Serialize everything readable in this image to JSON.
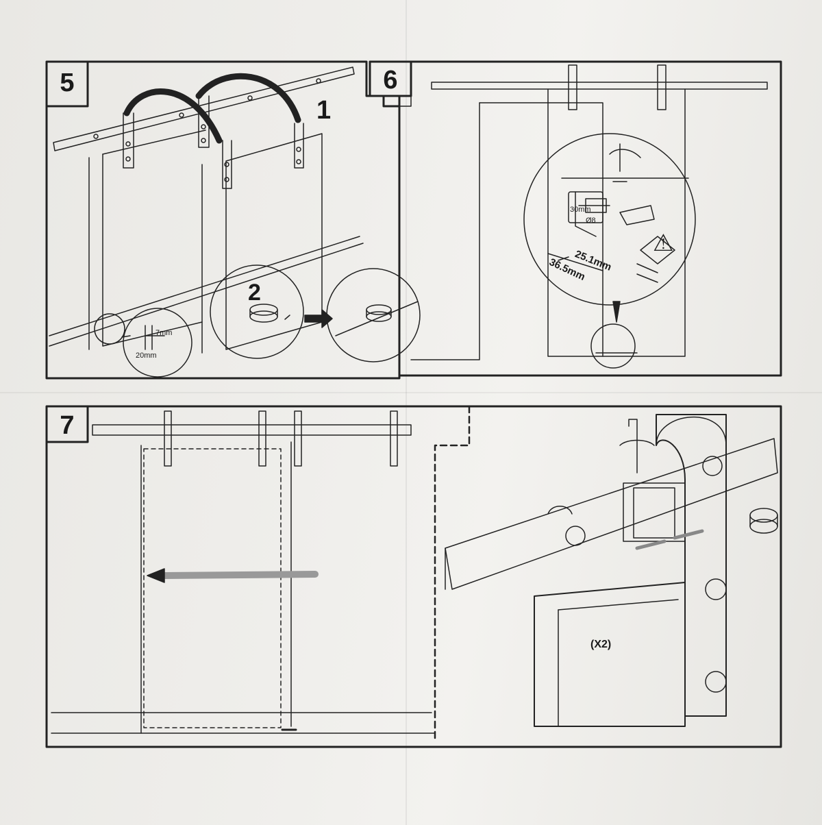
{
  "steps": [
    {
      "number": "5",
      "callouts": {
        "one": "1",
        "two": "2",
        "dim_a": "7mm",
        "dim_b": "20mm"
      }
    },
    {
      "number": "6",
      "callouts": {
        "drill_depth": "30mm",
        "drill_dia": "Ø8",
        "dim_a": "25.1mm",
        "dim_b": "36.5mm"
      }
    },
    {
      "number": "7",
      "callouts": {
        "qty": "(X2)"
      }
    }
  ]
}
